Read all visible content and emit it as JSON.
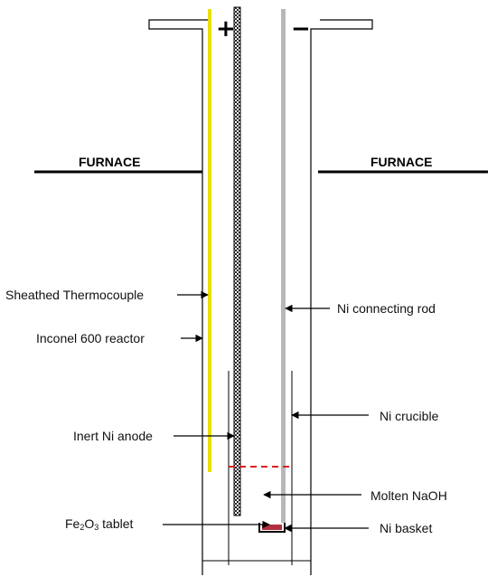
{
  "furnace": {
    "left_label": "FURNACE",
    "right_label": "FURNACE"
  },
  "terminals": {
    "positive": "+",
    "negative": "−"
  },
  "labels": {
    "thermocouple": "Sheathed Thermocouple",
    "reactor": "Inconel 600 reactor",
    "anode": "Inert Ni anode",
    "tablet_chem": "Fe",
    "tablet_sub": "2",
    "tablet_chem2": "O",
    "tablet_sub2": "3",
    "tablet_word": " tablet",
    "rod": "Ni connecting rod",
    "crucible": "Ni crucible",
    "electrolyte": "Molten NaOH",
    "basket": "Ni basket"
  },
  "colors": {
    "thermocouple": "#e8e000",
    "rod": "#b8b8b8",
    "electrolyte_level": "#e02020",
    "tablet": "#b03040",
    "lines": "#000000"
  }
}
